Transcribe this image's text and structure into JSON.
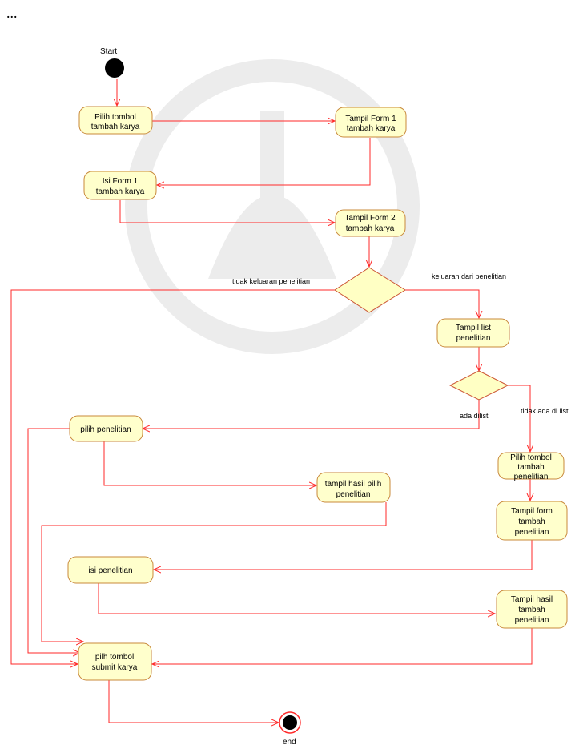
{
  "caption": "...",
  "nodes": {
    "start_label": "Start",
    "end_label": "end",
    "pilih_tombol_tambah": [
      "Pilih tombol",
      "tambah karya"
    ],
    "tampil_form1": [
      "Tampil Form 1",
      "tambah karya"
    ],
    "isi_form1": [
      "Isi Form 1",
      "tambah karya"
    ],
    "tampil_form2": [
      "Tampil Form 2",
      "tambah karya"
    ],
    "tampil_list": [
      "Tampil list",
      "penelitian"
    ],
    "pilih_penelitian": [
      "pilih penelitian"
    ],
    "tampil_hasil_pilih": [
      "tampil hasil pilih",
      "penelitian"
    ],
    "pilih_tombol_tambah_penelitian": [
      "Pilih tombol",
      "tambah",
      "penelitian"
    ],
    "tampil_form_tambah_penelitian": [
      "Tampil form",
      "tambah",
      "penelitian"
    ],
    "isi_penelitian": [
      "isi penelitian"
    ],
    "tampil_hasil_tambah": [
      "Tampil hasil",
      "tambah",
      "penelitian"
    ],
    "pilih_tombol_submit": [
      "pilh tombol",
      "submit karya"
    ]
  },
  "guards": {
    "tidak_keluaran": "tidak keluaran penelitian",
    "keluaran": "keluaran dari penelitian",
    "ada_dilist": "ada dilist",
    "tidak_ada_dilist": "tidak ada di list"
  },
  "colors": {
    "edge": "#ff2a2a",
    "node_fill": "#ffffcc",
    "node_stroke": "#c8883a",
    "decision_fill": "#ffffc4",
    "decision_stroke": "#cc5533"
  }
}
